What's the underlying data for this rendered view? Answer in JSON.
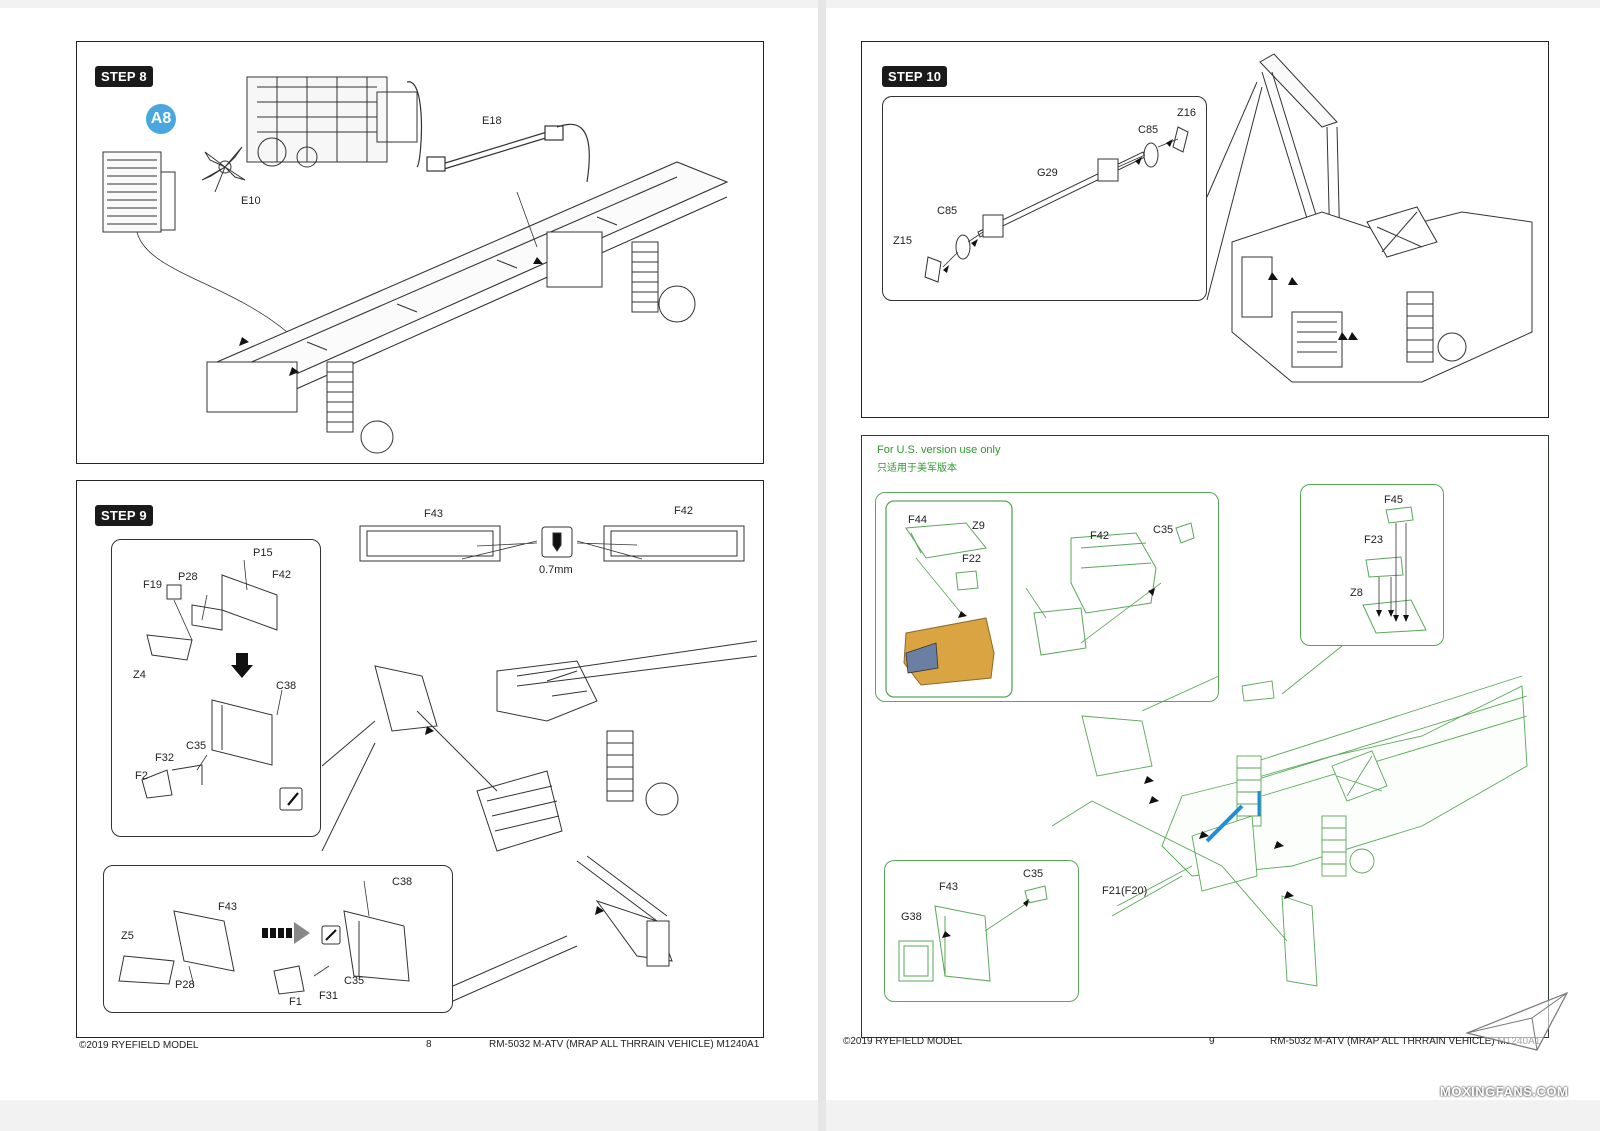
{
  "left_page": {
    "step8": {
      "tag": "STEP 8",
      "badge": "A8",
      "labels": {
        "e18": "E18",
        "e10": "E10"
      }
    },
    "step9": {
      "tag": "STEP 9",
      "top_labels": {
        "f43": "F43",
        "f42": "F42",
        "drill": "0.7mm"
      },
      "callout_a": {
        "p15": "P15",
        "f19": "F19",
        "p28": "P28",
        "f42": "F42",
        "z4": "Z4",
        "c38": "C38",
        "c35": "C35",
        "f32": "F32",
        "f2": "F2"
      },
      "callout_b": {
        "c38": "C38",
        "f43": "F43",
        "z5": "Z5",
        "p28": "P28",
        "c35": "C35",
        "f31": "F31",
        "f1": "F1"
      }
    },
    "footer": {
      "copyright": "©2019 RYEFIELD MODEL",
      "page_no": "8",
      "title": "RM-5032 M-ATV (MRAP ALL THRRAIN VEHICLE) M1240A1"
    }
  },
  "right_page": {
    "step10": {
      "tag": "STEP 10",
      "labels": {
        "z16": "Z16",
        "c85_top": "C85",
        "g29": "G29",
        "c85_left": "C85",
        "z15": "Z15"
      }
    },
    "us_version": {
      "note_en": "For U.S. version use only",
      "note_cn": "只适用于美军版本",
      "callout_a": {
        "f44": "F44",
        "z9": "Z9",
        "f22": "F22",
        "f42": "F42",
        "c35": "C35"
      },
      "callout_b": {
        "f45": "F45",
        "f23": "F23",
        "z8": "Z8"
      },
      "callout_c": {
        "c35": "C35",
        "f43": "F43",
        "g38": "G38"
      },
      "main": {
        "f21": "F21(F20)"
      }
    },
    "footer": {
      "copyright": "©2019 RYEFIELD MODEL",
      "page_no": "9",
      "title": "RM-5032 M-ATV (MRAP ALL THRRAIN VEHICLE) M1240A1"
    }
  },
  "watermark": "MOXINGFANS.COM",
  "colors": {
    "green_text": "#2e9a2e",
    "green_line": "#5aa75a",
    "blue_badge": "#49a7e0",
    "blue_part": "#1e8fd6",
    "tan_part": "#d9a441"
  }
}
